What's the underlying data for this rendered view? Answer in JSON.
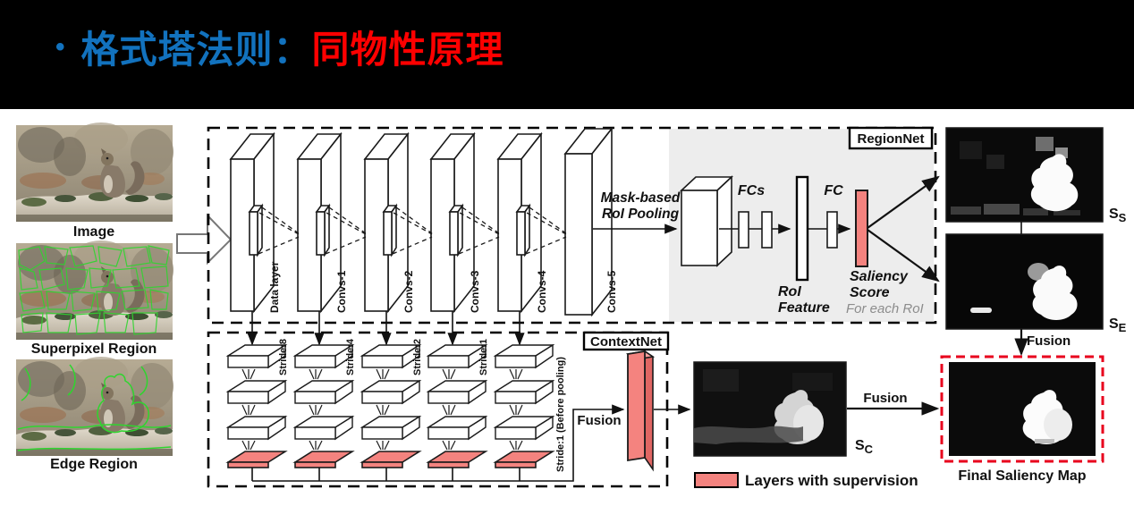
{
  "slide": {
    "title_bullet": "•",
    "title_part_blue": "格式塔法则：",
    "title_part_red": "同物性原理",
    "colors": {
      "title_blue": "#1272BE",
      "title_red": "#FE0000",
      "supervision_pink": "#F4837F",
      "supervision_pink_dark": "#E06663",
      "regionnet_bg": "#EDEDED",
      "final_box_red": "#E8001D",
      "superpixel_green": "#2FD52F"
    }
  },
  "inputs": {
    "image_caption": "Image",
    "superpixel_caption": "Superpixel Region",
    "edge_caption": "Edge Region"
  },
  "backbone": {
    "layers": [
      "Data layer",
      "Convs-1",
      "Convs-2",
      "Convs-3",
      "Convs-4",
      "Convs-5"
    ]
  },
  "regionnet": {
    "title": "RegionNet",
    "pooling_line1": "Mask-based",
    "pooling_line2": "RoI Pooling",
    "fcs": "FCs",
    "fc": "FC",
    "roi_feature_line1": "RoI",
    "roi_feature_line2": "Feature",
    "score_line1": "Saliency",
    "score_line2": "Score",
    "score_note": "For each RoI"
  },
  "contextnet": {
    "title": "ContextNet",
    "strides": [
      "Stride:8",
      "Stride:4",
      "Stride:2",
      "Stride:1",
      "Stride:1 (Before pooling)"
    ],
    "fusion": "Fusion"
  },
  "outputs": {
    "map_s_main": "S",
    "map_s_sub": "S",
    "map_e_main": "S",
    "map_e_sub": "E",
    "map_c_main": "S",
    "map_c_sub": "C",
    "fusion_se": "Fusion",
    "fusion_sc": "Fusion",
    "final_caption": "Final Saliency Map"
  },
  "legend": {
    "label": "Layers with supervision"
  }
}
